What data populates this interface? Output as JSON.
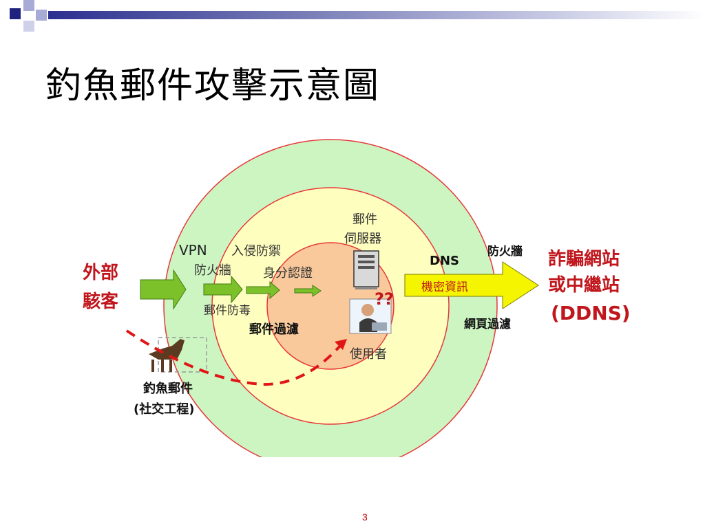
{
  "slide": {
    "title": "釣魚郵件攻擊示意圖",
    "page_number": "3"
  },
  "diagram": {
    "attacker_line1": "外部",
    "attacker_line2": "駭客",
    "vpn": "VPN",
    "firewall_outer": "防火牆",
    "ids_ips": "入侵防禦",
    "mail_antivirus": "郵件防毒",
    "authentication": "身分認證",
    "mail_filter": "郵件過濾",
    "mail_server_line1": "郵件",
    "mail_server_line2": "伺服器",
    "dns": "DNS",
    "confidential_info": "機密資訊",
    "question_marks": "??",
    "user": "使用者",
    "firewall_right": "防火牆",
    "web_filter": "網頁過濾",
    "target_line1": "詐騙網站",
    "target_line2": "或中繼站",
    "target_line3": "(DDNS)",
    "phishing_line1": "釣魚郵件",
    "phishing_line2": "(社交工程)"
  },
  "colors": {
    "outer_ring": "#ccf5c2",
    "middle_ring": "#fefebf",
    "inner_circle": "#f9c99b",
    "ring_border": "#e8363a",
    "green_arrow": "#7dc12a",
    "yellow_arrow": "#f5f500",
    "attacker_text": "#c0161c",
    "dashed_path": "#e01616"
  }
}
